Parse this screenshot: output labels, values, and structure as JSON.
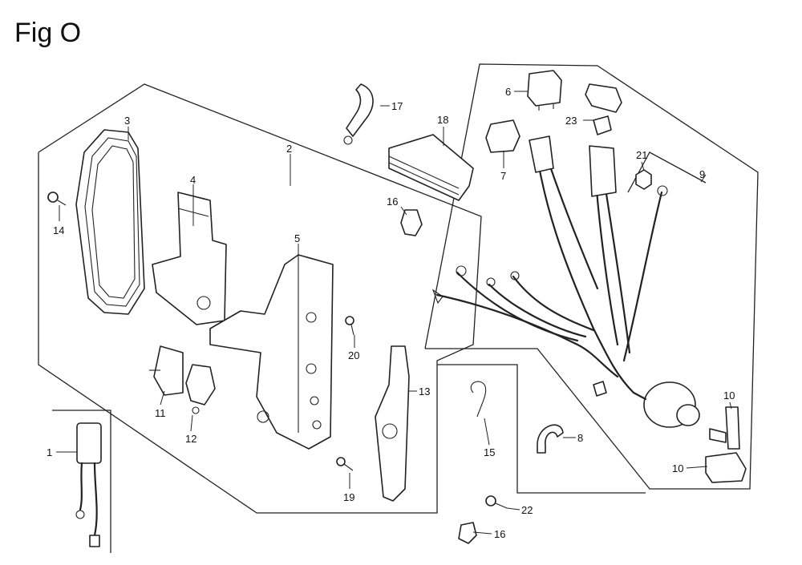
{
  "figure": {
    "title": "Fig O"
  },
  "callouts": {
    "c1": "1",
    "c2": "2",
    "c3": "3",
    "c4": "4",
    "c5": "5",
    "c6": "6",
    "c7": "7",
    "c8": "8",
    "c9": "9",
    "c10a": "10",
    "c10b": "10",
    "c11": "11",
    "c12": "12",
    "c13": "13",
    "c14": "14",
    "c15": "15",
    "c16a": "16",
    "c16b": "16",
    "c17": "17",
    "c18": "18",
    "c19": "19",
    "c20": "20",
    "c21": "21",
    "c22": "22",
    "c23": "23"
  }
}
